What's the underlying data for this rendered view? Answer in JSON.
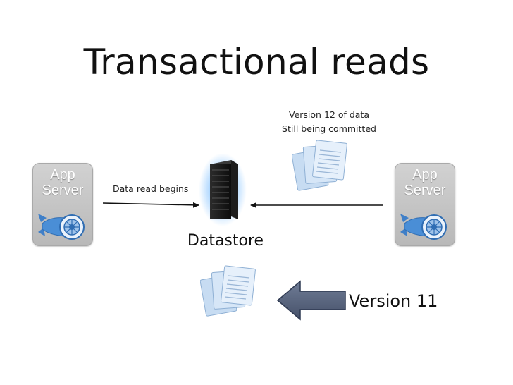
{
  "slide": {
    "title": "Transactional reads"
  },
  "app_server_left": {
    "line1": "App",
    "line2": "Server"
  },
  "app_server_right": {
    "line1": "App",
    "line2": "Server"
  },
  "notes": {
    "version12_line1": "Version 12 of data",
    "version12_line2": "Still being committed",
    "read_begins": "Data read begins"
  },
  "labels": {
    "datastore": "Datastore",
    "version11": "Version 11"
  },
  "icons": {
    "app_server": "app-engine-icon",
    "datastore": "server-rack-icon",
    "documents": "document-stack-icon",
    "big_arrow": "big-left-arrow-icon"
  },
  "colors": {
    "app_server_tile": "#c4c4c4",
    "engine_blue": "#4a8ed6",
    "datastore_glow": "#3fa0ff",
    "document_blue": "#c7dcf2",
    "big_arrow": "#55627c"
  }
}
